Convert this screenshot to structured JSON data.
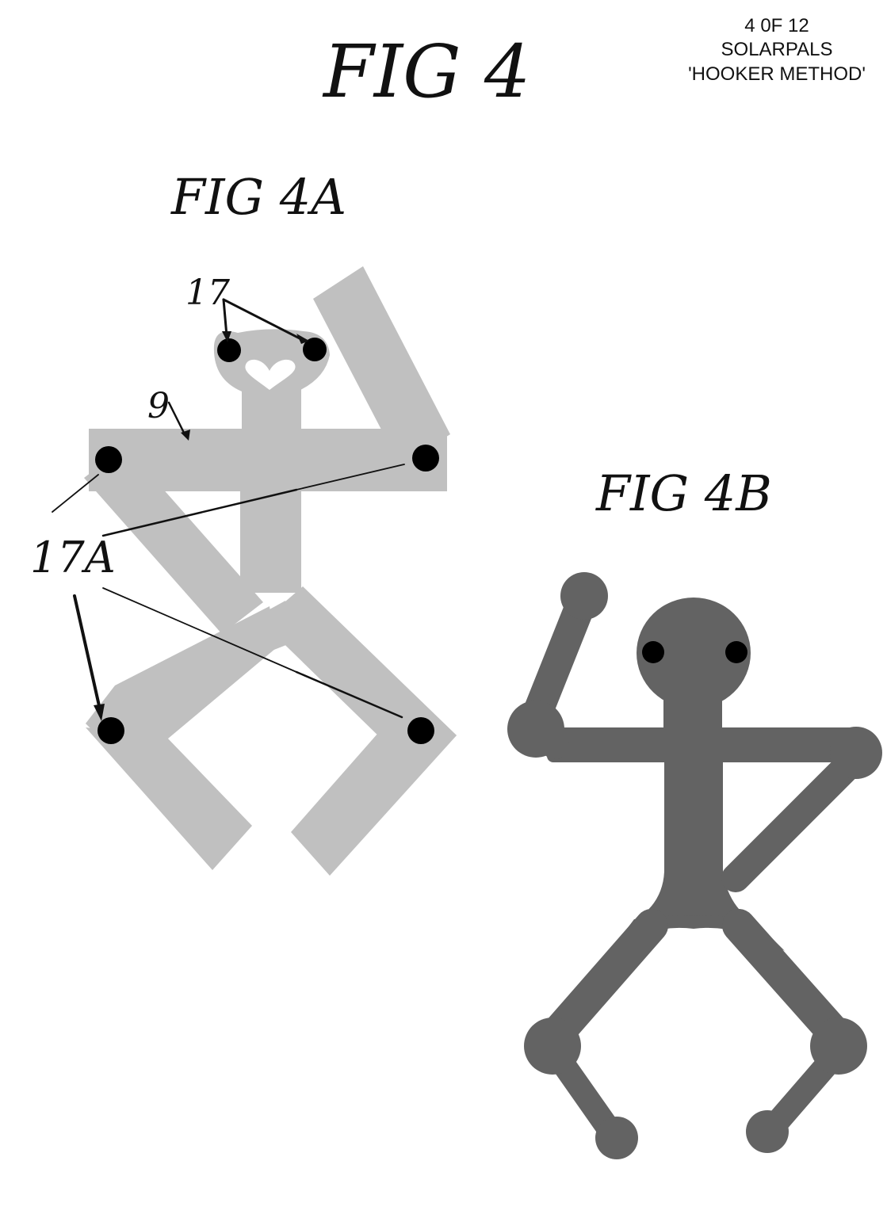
{
  "sheet": {
    "page_label": "4 0F 12",
    "project_name": "SOLARPALS",
    "method_name": "'HOOKER METHOD'"
  },
  "figures": {
    "main_title": "FIG 4",
    "fig_a_title": "FIG 4A",
    "fig_b_title": "FIG 4B"
  },
  "callouts": {
    "eye_holes": "17",
    "body_part": "9",
    "joint_holes": "17A"
  },
  "colors": {
    "fig_a_fill": "#c0c0c0",
    "fig_b_fill": "#636363",
    "holes": "#000000",
    "heart": "#ffffff",
    "background": "#ffffff"
  }
}
